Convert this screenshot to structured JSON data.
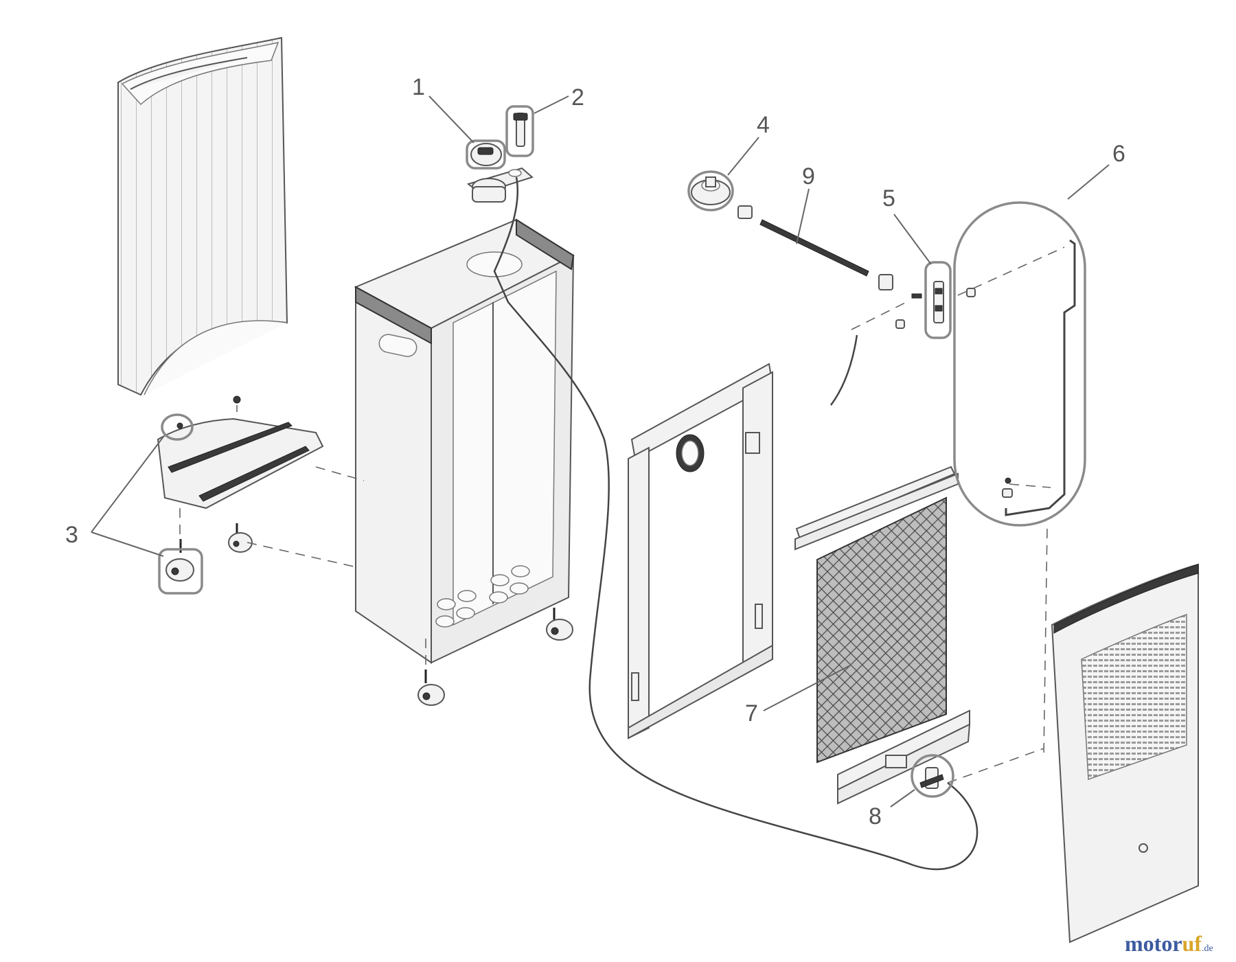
{
  "labels": {
    "n1": "1",
    "n2": "2",
    "n3": "3",
    "n4": "4",
    "n5": "5",
    "n6": "6",
    "n7": "7",
    "n8": "8",
    "n9": "9"
  },
  "watermark": {
    "part_a": "motor",
    "part_b": "uf",
    "suffix": ".de"
  },
  "colors": {
    "callout": "#8a8a8a",
    "watermark_blue": "#3b5aa0",
    "watermark_gold": "#d9a52a"
  }
}
